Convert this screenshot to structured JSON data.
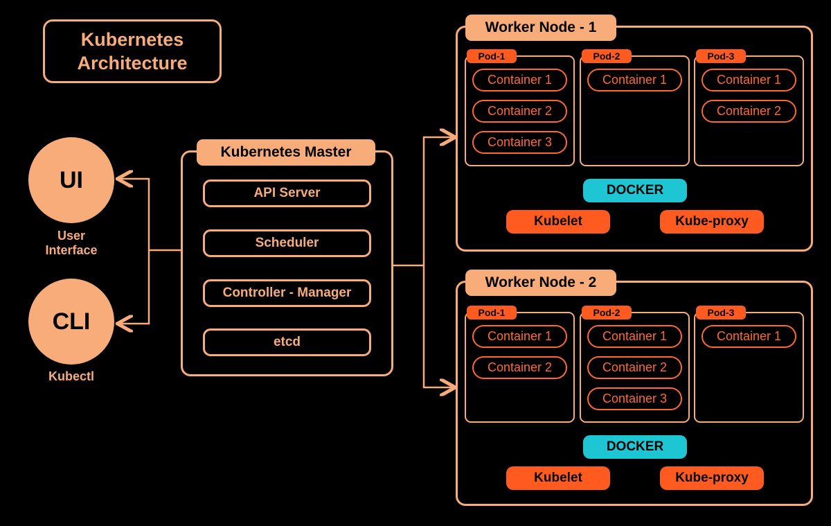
{
  "title": {
    "line1": "Kubernetes",
    "line2": "Architecture"
  },
  "clients": {
    "ui": {
      "label": "UI",
      "caption_line1": "User",
      "caption_line2": "Interface"
    },
    "cli": {
      "label": "CLI",
      "caption": "Kubectl"
    }
  },
  "master": {
    "label": "Kubernetes Master",
    "services": [
      "API Server",
      "Scheduler",
      "Controller - Manager",
      "etcd"
    ]
  },
  "nodes": [
    {
      "label": "Worker Node - 1",
      "pods": [
        {
          "name": "Pod-1",
          "containers": [
            "Container 1",
            "Container 2",
            "Container 3"
          ]
        },
        {
          "name": "Pod-2",
          "containers": [
            "Container 1"
          ]
        },
        {
          "name": "Pod-3",
          "containers": [
            "Container 1",
            "Container 2"
          ]
        }
      ],
      "docker": "DOCKER",
      "kubelet": "Kubelet",
      "kube_proxy": "Kube-proxy"
    },
    {
      "label": "Worker Node - 2",
      "pods": [
        {
          "name": "Pod-1",
          "containers": [
            "Container 1",
            "Container 2"
          ]
        },
        {
          "name": "Pod-2",
          "containers": [
            "Container 1",
            "Container 2",
            "Container 3"
          ]
        },
        {
          "name": "Pod-3",
          "containers": [
            "Container 1"
          ]
        }
      ],
      "docker": "DOCKER",
      "kubelet": "Kubelet",
      "kube_proxy": "Kube-proxy"
    }
  ],
  "colors": {
    "peach": "#f7ac7a",
    "orange": "#ff5a1f",
    "cyan": "#1ec6d4",
    "background": "#000000"
  }
}
